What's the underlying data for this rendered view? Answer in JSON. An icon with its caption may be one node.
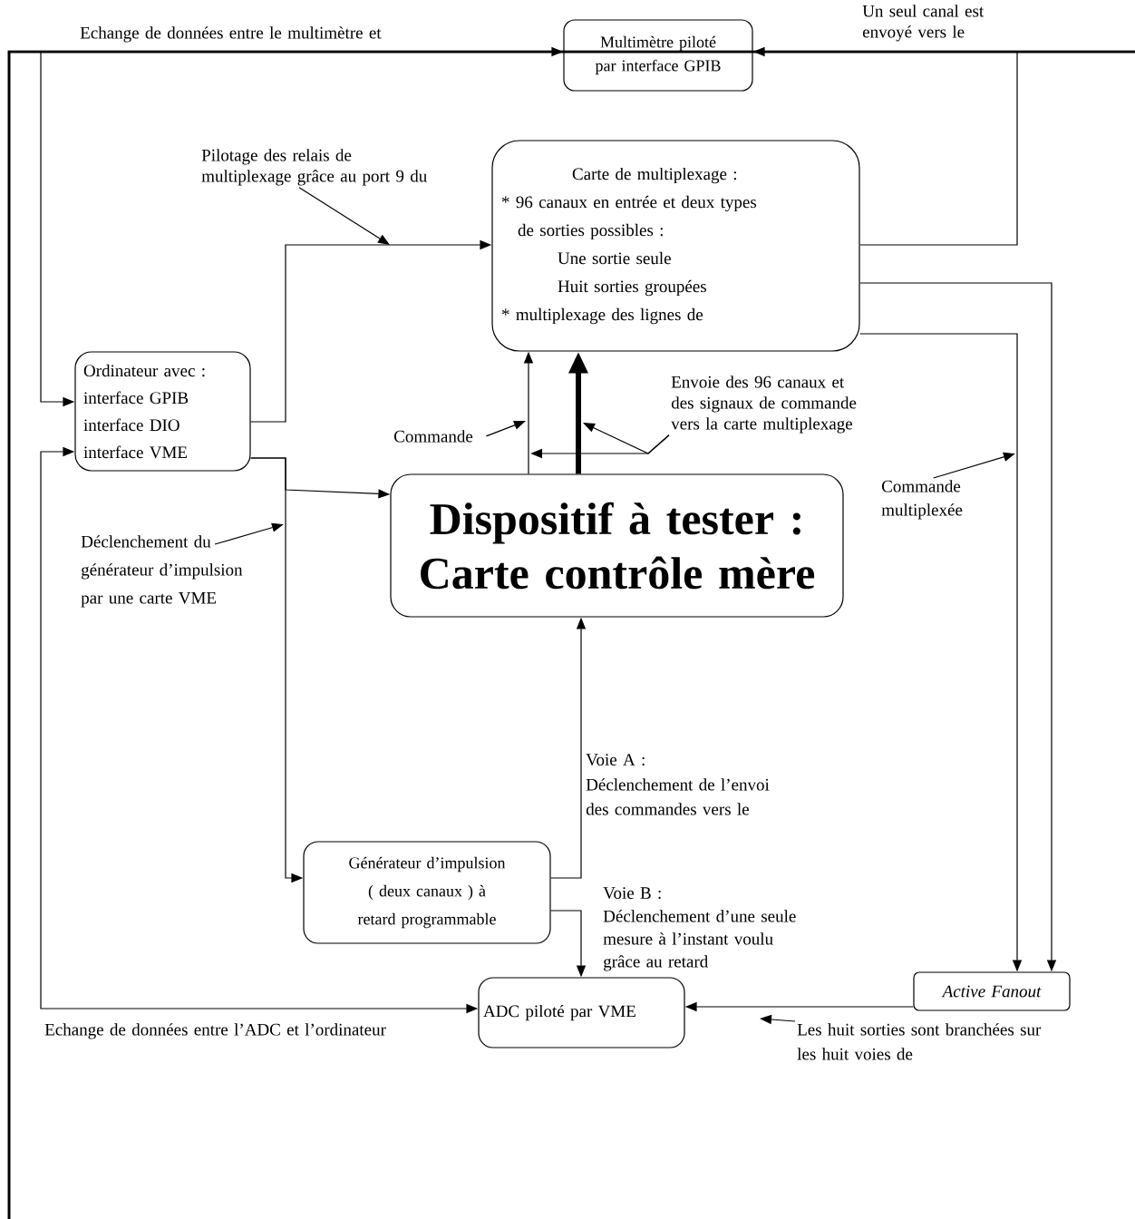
{
  "diagram": {
    "nodes": [
      {
        "text": [
          "Multimètre piloté par interface GPIB"
        ]
      },
      {
        "text": [
          "Carte de multiplexage :",
          "* 96 canaux en entrée et deux types de sorties possibles :",
          "Une sortie seule",
          "Huit sorties groupées",
          "* multiplexage des lignes de"
        ]
      },
      {
        "text": [
          "Ordinateur avec :",
          "interface GPIB",
          "interface DIO",
          "interface VME"
        ]
      },
      {
        "text": [
          "Dispositif à tester : Carte contrôle mère"
        ]
      },
      {
        "text": [
          "Générateur d’impulsion ( deux canaux ) à retard programmable"
        ]
      },
      {
        "text": [
          "ADC piloté par VME"
        ]
      },
      {
        "text": [
          "Active Fanout"
        ]
      },
      {
        "text": [
          "Pilotage des relais de multiplexage grâce au port 9 du"
        ]
      },
      {
        "text": [
          "Commande"
        ]
      },
      {
        "text": [
          "Envoie des 96 canaux et des signaux de commande vers la carte multiplexage"
        ]
      },
      {
        "text": [
          "Déclenchement du générateur d’impulsion par une carte VME"
        ]
      },
      {
        "text": [
          "Commande multiplexée"
        ]
      },
      {
        "text": [
          "Les huit sorties sont branchées sur les huit voies de"
        ]
      }
    ],
    "edges": [
      {
        "from": 2,
        "to": 0,
        "arrow": "both",
        "label": "Echange de données entre le multimètre et"
      },
      {
        "from": 1,
        "to": 0,
        "arrow": "to",
        "label": "Un seul canal est envoyé vers le"
      },
      {
        "from": 1,
        "to": 6,
        "arrow": "to"
      },
      {
        "from": 1,
        "to": 6,
        "arrow": "to"
      },
      {
        "from": 2,
        "to": 1,
        "arrow": "to"
      },
      {
        "from": 2,
        "to": 4,
        "arrow": "to"
      },
      {
        "from": 2,
        "to": 3,
        "arrow": "to"
      },
      {
        "from": 3,
        "to": 1,
        "arrow": "to"
      },
      {
        "from": 3,
        "to": 1,
        "arrow": "to",
        "style": "thick"
      },
      {
        "from": 4,
        "to": 3,
        "arrow": "to"
      },
      {
        "from": 4,
        "to": 5,
        "arrow": "to"
      },
      {
        "from": 6,
        "to": 5,
        "arrow": "to"
      },
      {
        "from": 5,
        "to": 2,
        "arrow": "both",
        "label": "Echange de données entre l’ADC et l’ordinateur"
      },
      {
        "from": 7,
        "to": null,
        "arrow": "to"
      },
      {
        "from": 8,
        "to": null,
        "arrow": "to"
      },
      {
        "from": 9,
        "to": null,
        "arrow": "to"
      },
      {
        "from": 9,
        "to": null,
        "arrow": "to"
      },
      {
        "from": 10,
        "to": null,
        "arrow": "to"
      },
      {
        "from": 11,
        "to": null,
        "arrow": "to"
      },
      {
        "from": 12,
        "to": null,
        "arrow": "to"
      }
    ],
    "labels": [
      "Voie A :",
      "Déclenchement de l’envoi des commandes vers le",
      "Voie B :",
      "Déclenchement d’une seule mesure à l’instant voulu grâce au retard"
    ]
  }
}
